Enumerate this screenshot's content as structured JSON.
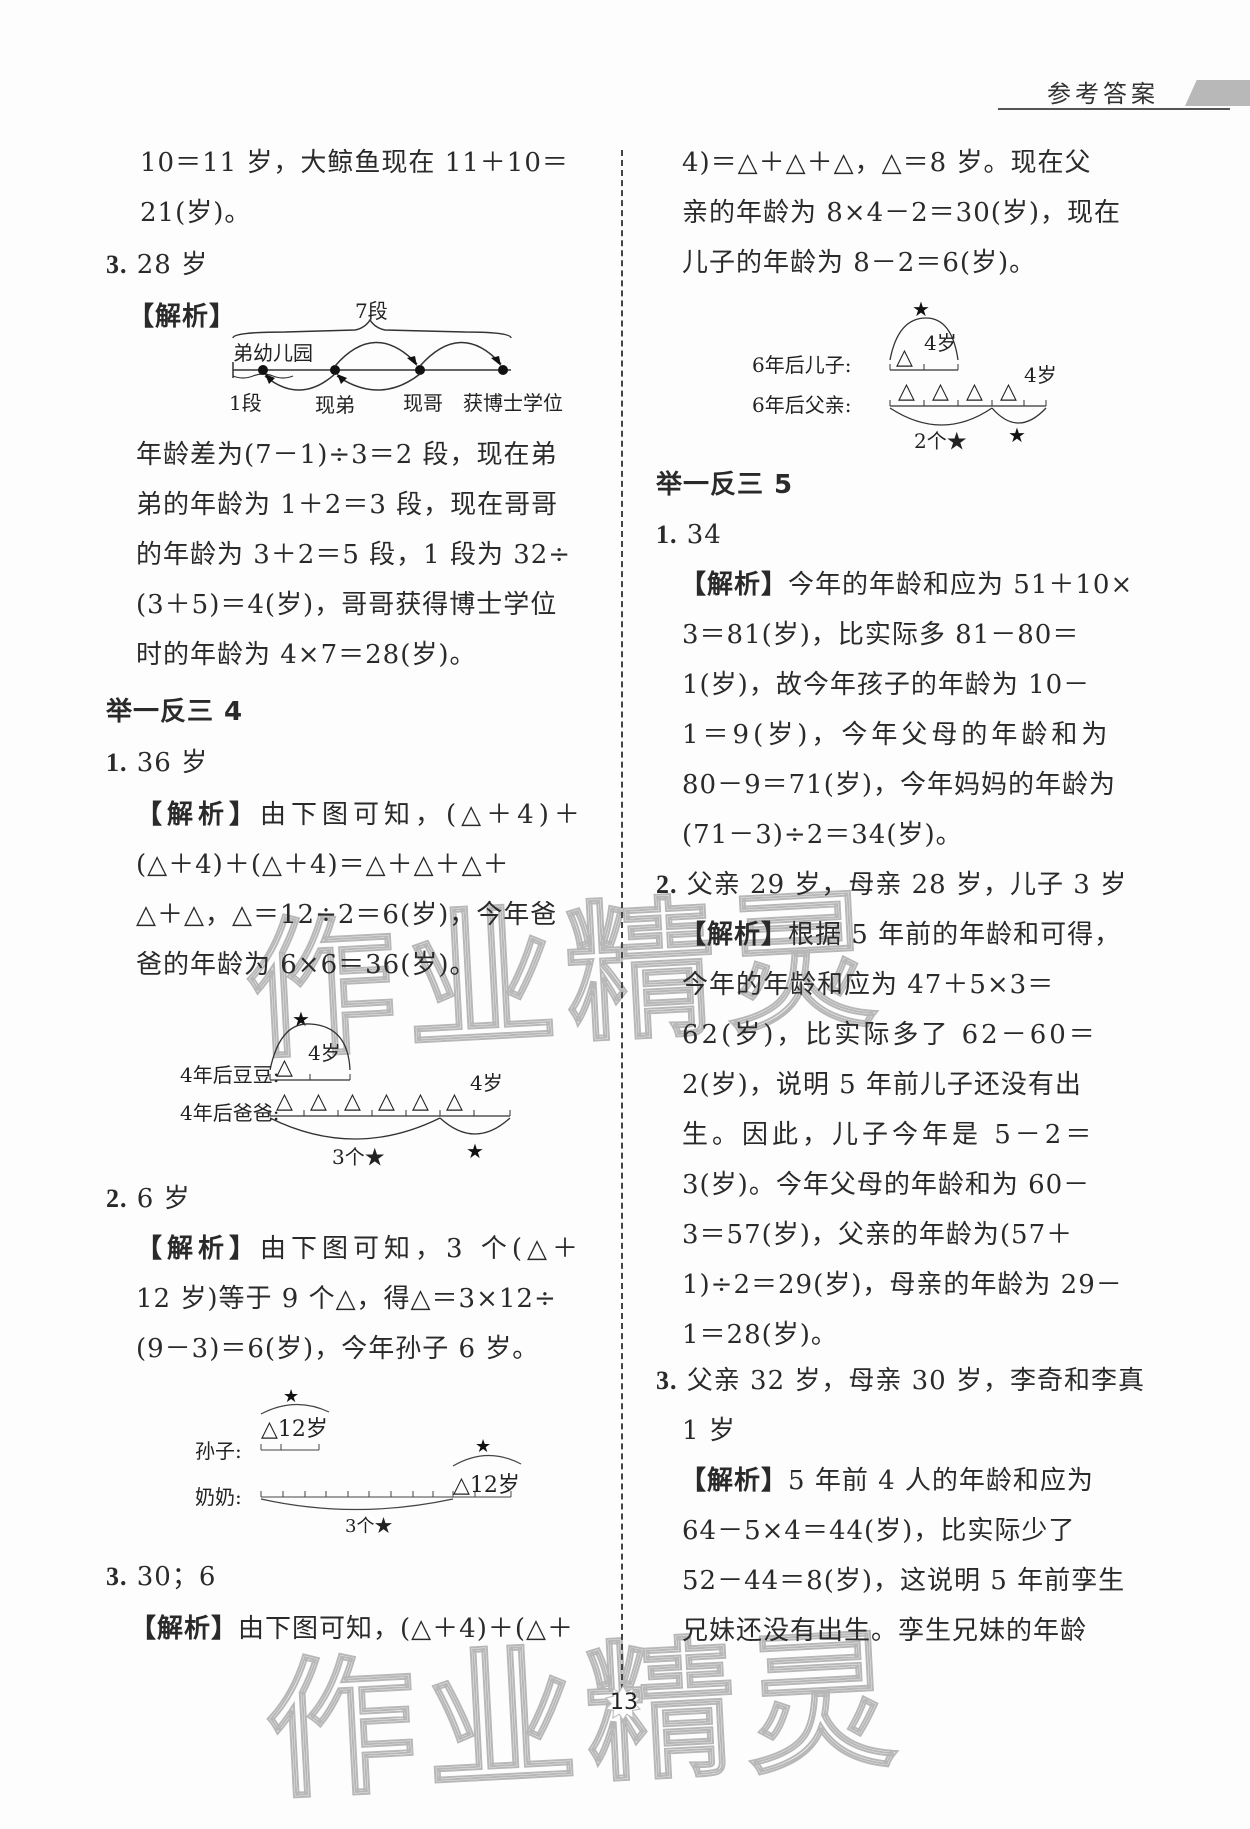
{
  "header": {
    "title": "参考答案"
  },
  "page_number": "13",
  "watermark": "作业精灵",
  "left_column": {
    "continuation": [
      "10＝11 岁，大鲸鱼现在 11＋10＝",
      "21(岁)。"
    ],
    "q3_prev": {
      "number": "3.",
      "answer": "28 岁",
      "analysis_label": "【解析】",
      "diagram": {
        "top_label": "7段",
        "label_kindergarten": "弟幼儿园",
        "bottom_labels": [
          "1段",
          "现弟",
          "现哥",
          "获博士学位"
        ]
      },
      "lines": [
        "年龄差为(7－1)÷3＝2 段，现在弟",
        "弟的年龄为 1＋2＝3 段，现在哥哥",
        "的年龄为 3＋2＝5 段，1 段为 32÷",
        "(3＋5)＝4(岁)，哥哥获得博士学位",
        "时的年龄为 4×7＝28(岁)。"
      ]
    },
    "section4": {
      "title": "举一反三 4",
      "q1": {
        "number": "1.",
        "answer": "36 岁",
        "analysis_label": "【解析】",
        "first_line": "由下图可知，(△＋4)＋",
        "lines": [
          "(△＋4)＋(△＋4)＝△＋△＋△＋",
          "△＋△，△＝12÷2＝6(岁)，今年爸",
          "爸的年龄为 6×6＝36(岁)。"
        ],
        "diagram": {
          "row1_label": "4年后豆豆:",
          "row2_label": "4年后爸爸:",
          "age_label": "4岁",
          "triangle": "△",
          "star": "★",
          "count_label": "3个★"
        }
      },
      "q2": {
        "number": "2.",
        "answer": "6 岁",
        "analysis_label": "【解析】",
        "first_line": "由下图可知，3 个(△＋",
        "lines": [
          "12 岁)等于 9 个△，得△＝3×12÷",
          "(9－3)＝6(岁)，今年孙子 6 岁。"
        ],
        "diagram": {
          "row1_label": "孙子:",
          "row2_label": "奶奶:",
          "segment_label": "△12岁",
          "star": "★",
          "count_label": "3个★"
        }
      },
      "q3": {
        "number": "3.",
        "answer": "30；6",
        "analysis_label": "【解析】",
        "first_line": "由下图可知，(△＋4)＋(△＋"
      }
    }
  },
  "right_column": {
    "continuation": [
      "4)＝△＋△＋△，△＝8 岁。现在父",
      "亲的年龄为 8×4－2＝30(岁)，现在",
      "儿子的年龄为 8－2＝6(岁)。"
    ],
    "diagram": {
      "row1_label": "6年后儿子:",
      "row2_label": "6年后父亲:",
      "age_label": "4岁",
      "triangle": "△",
      "star": "★",
      "count_label": "2个★"
    },
    "section5": {
      "title": "举一反三 5",
      "q1": {
        "number": "1.",
        "answer": "34",
        "analysis_label": "【解析】",
        "first_line": "今年的年龄和应为 51＋10×",
        "lines": [
          "3＝81(岁)，比实际多 81－80＝",
          "1(岁)，故今年孩子的年龄为 10－",
          "1＝9(岁)，今年父母的年龄和为",
          "80－9＝71(岁)，今年妈妈的年龄为",
          "(71－3)÷2＝34(岁)。"
        ]
      },
      "q2": {
        "number": "2.",
        "answer": "父亲 29 岁，母亲 28 岁，儿子 3 岁",
        "analysis_label": "【解析】",
        "first_line": "根据 5 年前的年龄和可得，",
        "lines": [
          "今年的年龄和应为 47＋5×3＝",
          "62(岁)，比实际多了 62－60＝",
          "2(岁)，说明 5 年前儿子还没有出",
          "生。因此，儿子今年是 5－2＝",
          "3(岁)。今年父母的年龄和为 60－",
          "3＝57(岁)，父亲的年龄为(57＋",
          "1)÷2＝29(岁)，母亲的年龄为 29－",
          "1＝28(岁)。"
        ]
      },
      "q3": {
        "number": "3.",
        "answer": "父亲 32 岁，母亲 30 岁，李奇和李真",
        "answer_cont": "1 岁",
        "analysis_label": "【解析】",
        "first_line": "5 年前 4 人的年龄和应为",
        "lines": [
          "64－5×4＝44(岁)，比实际少了",
          "52－44＝8(岁)，这说明 5 年前孪生",
          "兄妹还没有出生。孪生兄妹的年龄"
        ]
      }
    }
  }
}
